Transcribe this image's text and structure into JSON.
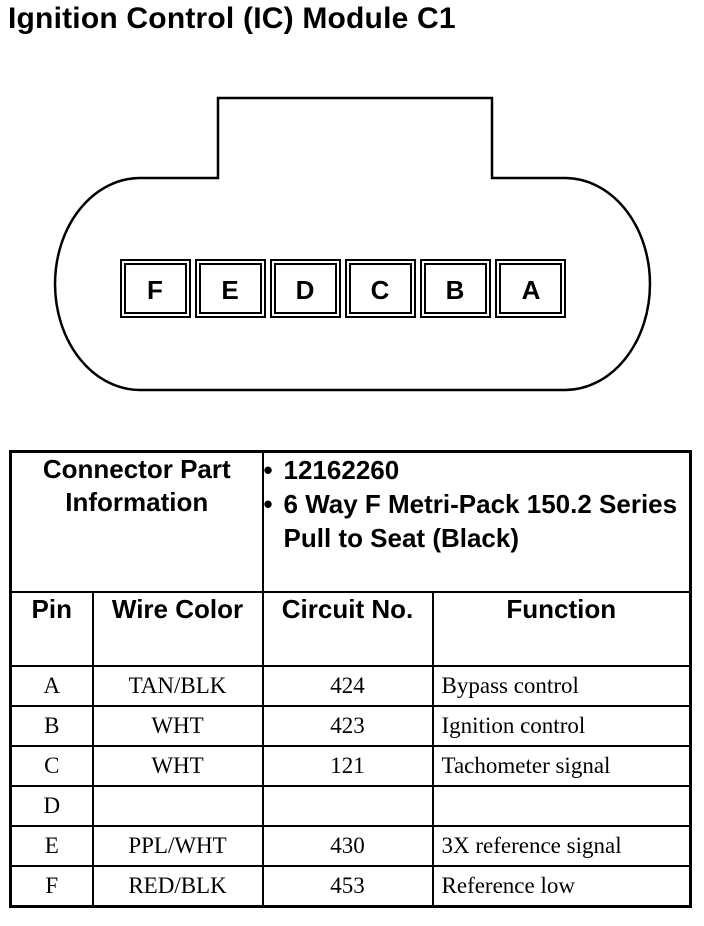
{
  "title": "Ignition Control (IC) Module C1",
  "connector": {
    "pins": [
      "F",
      "E",
      "D",
      "C",
      "B",
      "A"
    ]
  },
  "part_info": {
    "label": "Connector Part Information",
    "items": [
      "12162260",
      "6 Way F Metri-Pack 150.2 Series Pull to Seat (Black)"
    ]
  },
  "table": {
    "headers": {
      "pin": "Pin",
      "wire_color": "Wire Color",
      "circuit": "Circuit No.",
      "function": "Function"
    },
    "rows": [
      {
        "pin": "A",
        "wire_color": "TAN/BLK",
        "circuit": "424",
        "function": "Bypass control"
      },
      {
        "pin": "B",
        "wire_color": "WHT",
        "circuit": "423",
        "function": "Ignition control"
      },
      {
        "pin": "C",
        "wire_color": "WHT",
        "circuit": "121",
        "function": "Tachometer signal"
      },
      {
        "pin": "D",
        "wire_color": "",
        "circuit": "",
        "function": ""
      },
      {
        "pin": "E",
        "wire_color": "PPL/WHT",
        "circuit": "430",
        "function": "3X reference signal"
      },
      {
        "pin": "F",
        "wire_color": "RED/BLK",
        "circuit": "453",
        "function": "Reference low"
      }
    ]
  }
}
